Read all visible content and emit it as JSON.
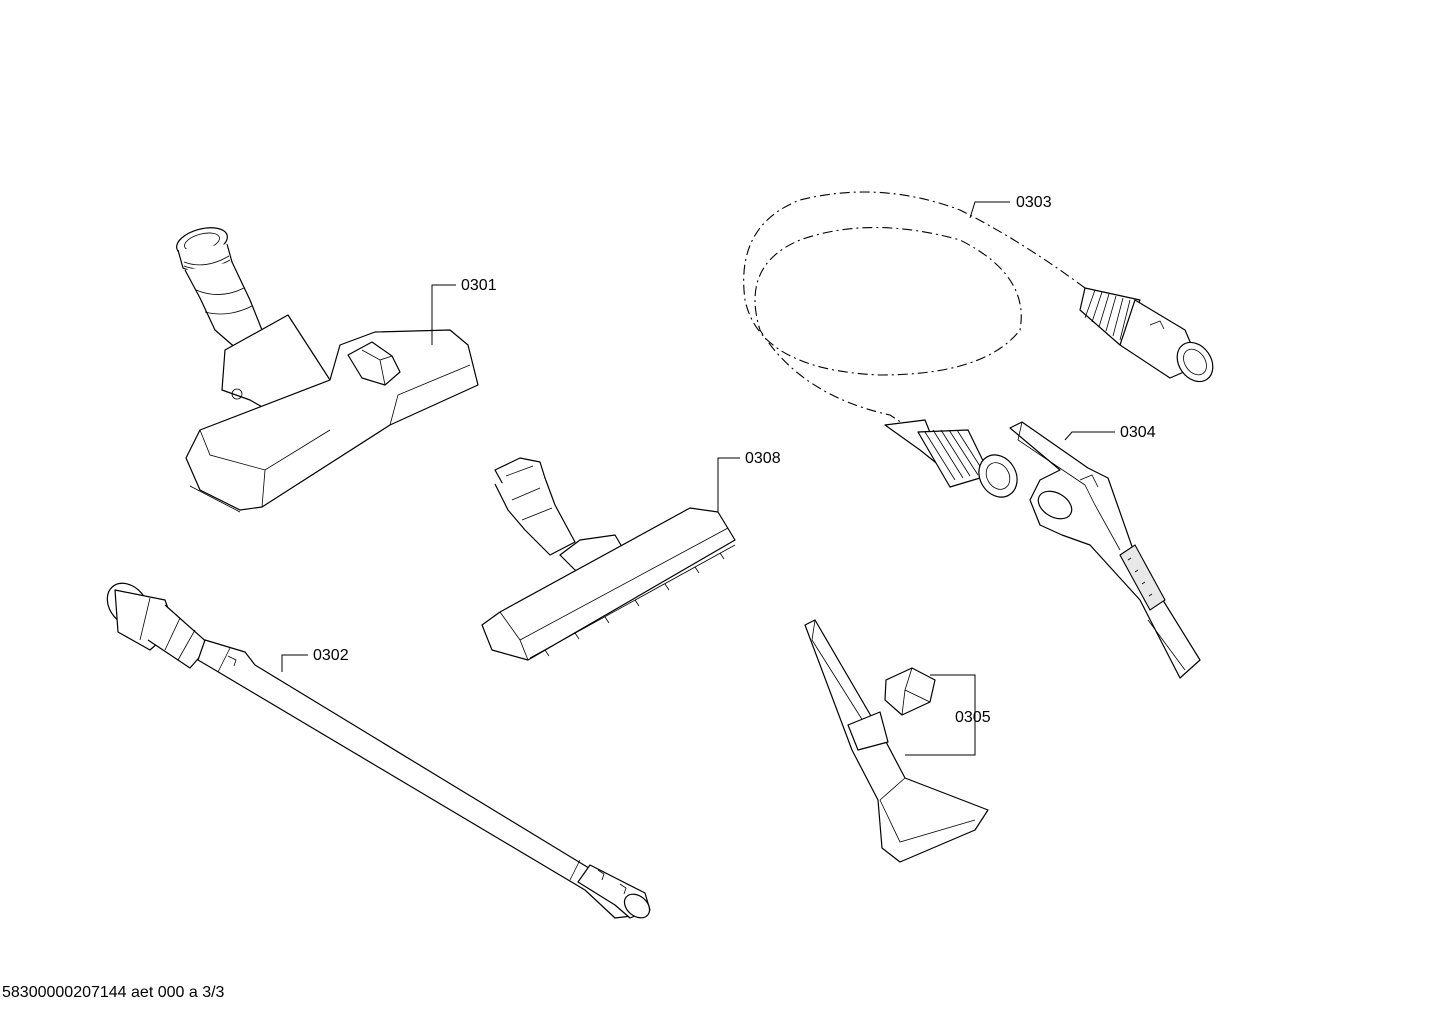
{
  "parts": [
    {
      "id": "floor-nozzle",
      "label": "0301"
    },
    {
      "id": "telescopic-tube",
      "label": "0302"
    },
    {
      "id": "suction-hose",
      "label": "0303"
    },
    {
      "id": "hose-handle",
      "label": "0304"
    },
    {
      "id": "crevice-nozzle",
      "label": "0305"
    },
    {
      "id": "parquet-nozzle",
      "label": "0308"
    }
  ],
  "footer": {
    "text": "58300000207144 aet 000 a 3/3"
  },
  "colors": {
    "line": "#000000",
    "background": "#ffffff"
  }
}
